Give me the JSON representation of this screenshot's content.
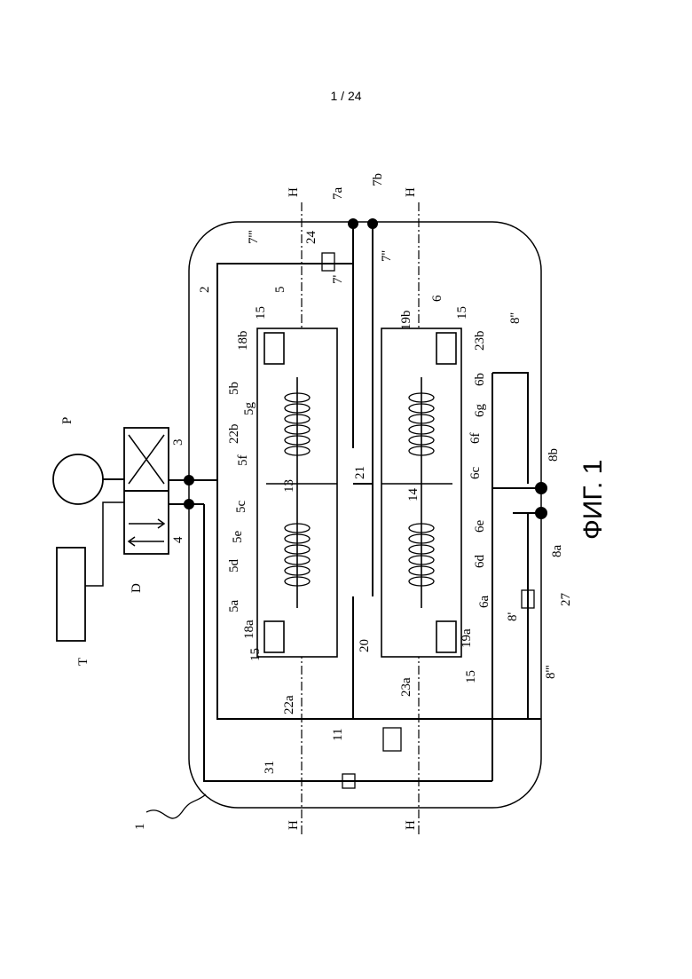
{
  "page_number": "1 / 24",
  "figure_label": "ФИГ. 1",
  "labels": {
    "P": "P",
    "T": "T",
    "D": "D",
    "n1": "1",
    "n2": "2",
    "n3": "3",
    "n4": "4",
    "n5": "5",
    "n6": "6",
    "n5a": "5a",
    "n5b": "5b",
    "n5c": "5c",
    "n5d": "5d",
    "n5e": "5e",
    "n5f": "5f",
    "n5g": "5g",
    "n6a": "6a",
    "n6b": "6b",
    "n6c": "6c",
    "n6d": "6d",
    "n6e": "6e",
    "n6f": "6f",
    "n6g": "6g",
    "n7a": "7a",
    "n7b": "7b",
    "n7p": "7'",
    "n7pp": "7''",
    "n7ppp": "7'''",
    "n8a": "8a",
    "n8b": "8b",
    "n8p": "8'",
    "n8pp": "8''",
    "n8ppp": "8'''",
    "n11": "11",
    "n13": "13",
    "n14": "14",
    "n15a": "15",
    "n15b": "15",
    "n15c": "15",
    "n15d": "15",
    "n18a": "18a",
    "n18b": "18b",
    "n19a": "19a",
    "n19b": "19b",
    "n20": "20",
    "n21": "21",
    "n22a": "22a",
    "n22b": "22b",
    "n23a": "23a",
    "n23b": "23b",
    "n24": "24",
    "n27": "27",
    "n31": "31",
    "H1": "H",
    "H2": "H",
    "H3": "H",
    "H4": "H"
  }
}
